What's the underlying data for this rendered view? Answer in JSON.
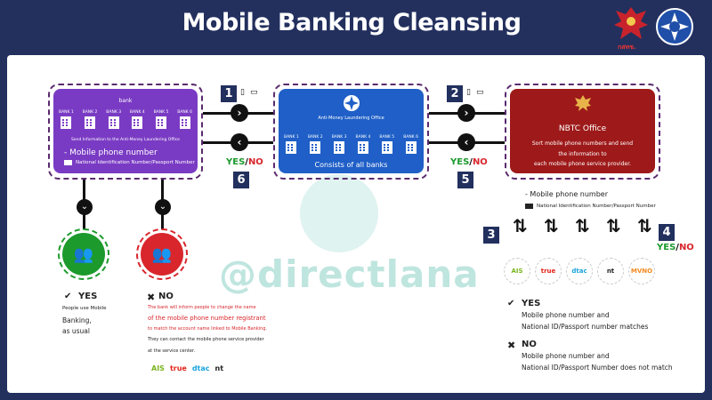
{
  "title": "Mobile Banking Cleansing",
  "logos": {
    "left_caption": "กสทช.",
    "left_icon": "garuda-emblem",
    "right_icon": "amlo-seal"
  },
  "bank_box": {
    "title": "bank",
    "banks": [
      "BANK 1",
      "BANK 2",
      "BANK 3",
      "BANK 4",
      "BANK 5",
      "BANK 6"
    ],
    "note": "Send Information to the Anti-Money Laundering Office",
    "field1": "- Mobile phone number",
    "field2": "National Identification Number/Passport Number"
  },
  "amlo_box": {
    "title": "Anti-Money Laundering Office",
    "banks": [
      "BANK 1",
      "BANK 2",
      "BANK 3",
      "BANK 4",
      "BANK 5",
      "BANK 6"
    ],
    "caption": "Consists of all banks"
  },
  "nbtc_box": {
    "title": "NBTC Office",
    "line1": "Sort mobile phone numbers and send",
    "line2": "the information to",
    "line3": "each mobile phone service provider."
  },
  "steps": {
    "s1": "1",
    "s2": "2",
    "s3": "3",
    "s4": "4",
    "s5": "5",
    "s6": "6",
    "yes": "YES",
    "slash": "/",
    "no": "NO"
  },
  "nbtc_fields": {
    "field1": "- Mobile phone number",
    "field2": "National Identification Number/Passport Number"
  },
  "carriers": [
    "AIS",
    "true",
    "dtac",
    "nt",
    "MVNO"
  ],
  "yes_result": {
    "label": "YES",
    "line1": "Mobile phone number and",
    "line2": "National ID/Passport number matches"
  },
  "no_result": {
    "label": "NO",
    "line1": "Mobile phone number and",
    "line2": "National ID/Passport Number does not match"
  },
  "left_yes": {
    "label": "YES",
    "line1": "People use Mobile",
    "line2": "Banking,",
    "line3": "as usual"
  },
  "left_no": {
    "label": "NO",
    "line1": "The bank will inform people to change the name",
    "line2": "of the mobile phone number registrant",
    "line3": "to match the account name linked to Mobile Banking.",
    "line4": "They can contact the mobile phone service provider",
    "line5": "at the service center.",
    "carriers": [
      "AIS",
      "true",
      "dtac",
      "nt"
    ]
  },
  "watermark": "@directlana",
  "colors": {
    "purple": "#7a3bc4",
    "blue": "#1f5fc7",
    "red": "#9e1a1a",
    "green": "#1c9a2c",
    "alert": "#d8262c",
    "navy": "#23305e"
  }
}
